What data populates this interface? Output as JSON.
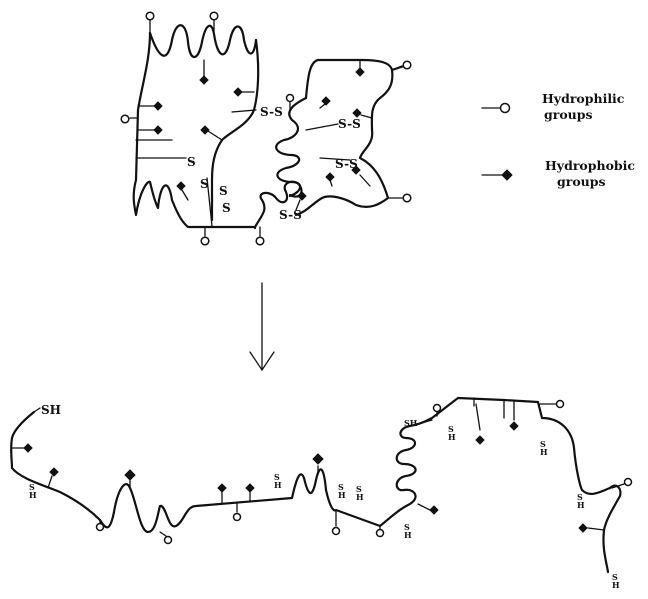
{
  "legend": {
    "hydrophilic": [
      "Hydrophilic",
      "groups"
    ],
    "hydrophobic": [
      "Hydrophobic",
      "groups"
    ]
  },
  "labels": {
    "disulfide": "S-S",
    "sulfur": "S",
    "sulfhydryl": "SH",
    "sulfhydryl_vertical": [
      "S",
      "H"
    ]
  }
}
